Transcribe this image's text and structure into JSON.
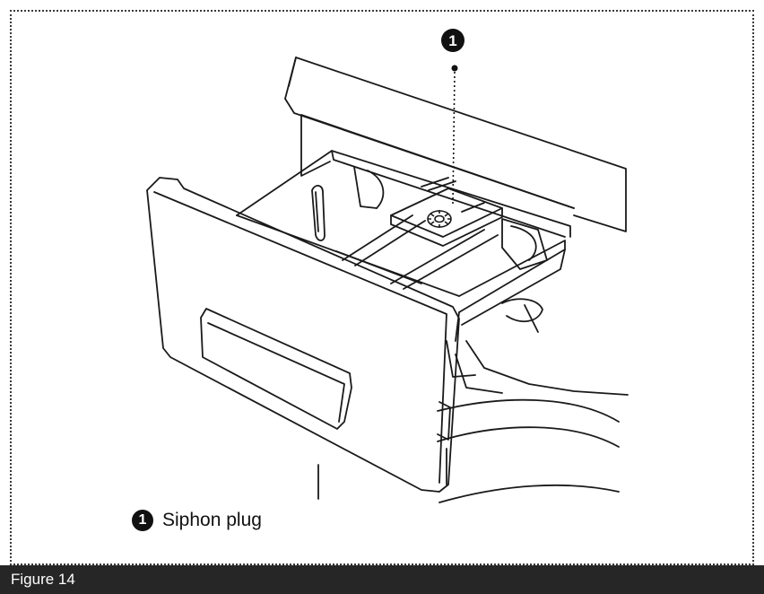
{
  "callout": {
    "number": "1"
  },
  "legend": {
    "number": "1",
    "label": "Siphon plug"
  },
  "caption": {
    "text": "Figure 14"
  }
}
